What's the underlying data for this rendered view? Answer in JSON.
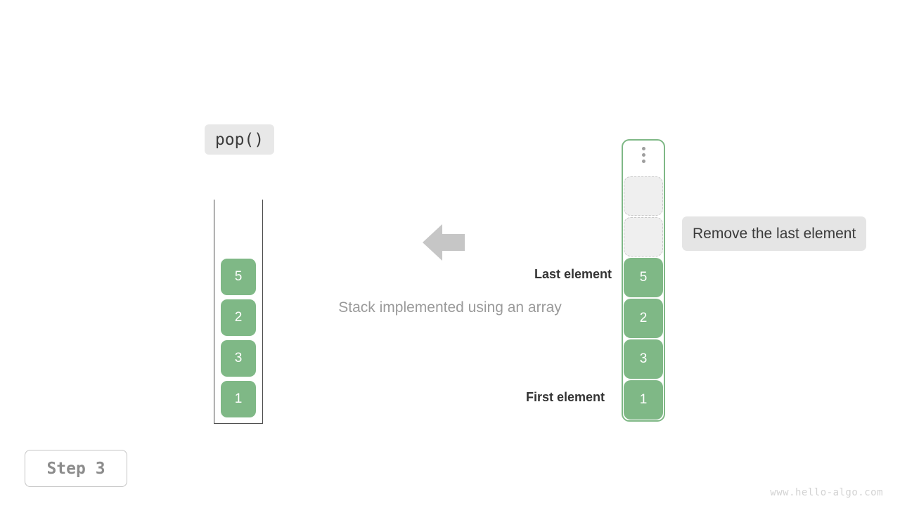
{
  "operation": {
    "label": "pop()"
  },
  "stack_visual": {
    "name": "stack-container",
    "cells_top_to_bottom": [
      "5",
      "2",
      "3",
      "1"
    ]
  },
  "arrow": {
    "icon": "arrow-left-icon",
    "direction": "left",
    "color": "#c6c6c6"
  },
  "caption": {
    "text": "Stack implemented using an array"
  },
  "array_visual": {
    "name": "array-container",
    "ellipsis_icon": "vertical-ellipsis-icon",
    "empty_slots": 2,
    "cells_top_to_bottom": [
      "5",
      "2",
      "3",
      "1"
    ]
  },
  "annotations": {
    "last_element": "Last element",
    "first_element": "First element",
    "note": "Remove the last element"
  },
  "step_badge": {
    "text": "Step 3"
  },
  "watermark": {
    "text": "www.hello-algo.com"
  },
  "colors": {
    "cell_green": "#7fb886",
    "container_green": "#7fb886",
    "empty_slot_fill": "#efefef",
    "empty_slot_border": "#c9c9c9",
    "label_bg": "#e8e8e8",
    "note_bg": "#e5e5e5",
    "caption_text": "#9a9a9a",
    "anno_text": "#333333",
    "step_text": "#8c8c8c",
    "watermark_text": "#d3d3d3",
    "arrow_fill": "#c6c6c6"
  }
}
